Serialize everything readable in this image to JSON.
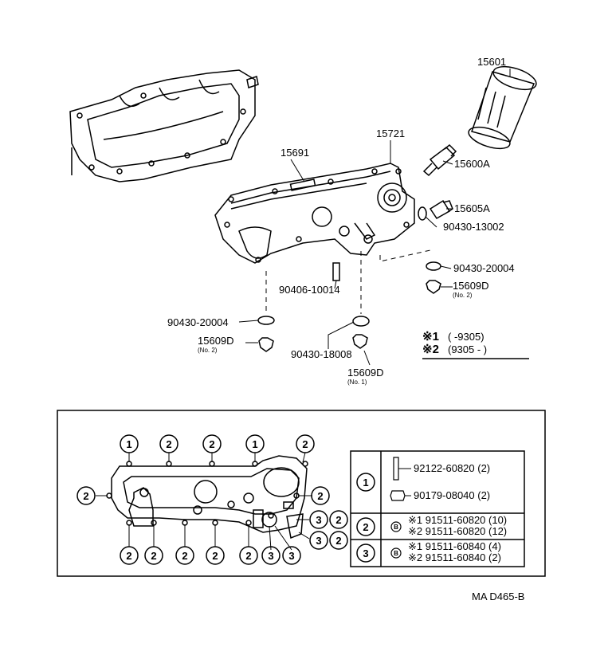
{
  "parts": {
    "oil_filter": "15601",
    "cooler_cover": "15721",
    "cooler_gasket": "15691",
    "union_a": "15600A",
    "union_b": "15605A",
    "washer_13002": "90430-13002",
    "washer_20004_right": "90430-20004",
    "plug_right": "15609D",
    "plug_right_note": "(No. 2)",
    "stud_10014": "90406-10014",
    "washer_20004_left": "90430-20004",
    "plug_left": "15609D",
    "plug_left_note": "(No. 2)",
    "washer_18008": "90430-18008",
    "plug_center": "15609D",
    "plug_center_note": "(No. 1)"
  },
  "legend": {
    "mark1": "※1",
    "mark1_range": "(        -9305)",
    "mark2": "※2",
    "mark2_range": "(9305 -        )"
  },
  "fastener_table": {
    "row1_key": "1",
    "row1_a": "92122-60820 (2)",
    "row1_b": "90179-08040 (2)",
    "row2_key": "2",
    "row2_a": "※1 91511-60820 (10)",
    "row2_b": "※2 91511-60820 (12)",
    "row3_key": "3",
    "row3_a": "※1 91511-60840 (4)",
    "row3_b": "※2 91511-60840 (2)"
  },
  "callouts": {
    "c1": "1",
    "c2": "2",
    "c3": "3"
  },
  "footer": {
    "code": "MA D465-B"
  }
}
